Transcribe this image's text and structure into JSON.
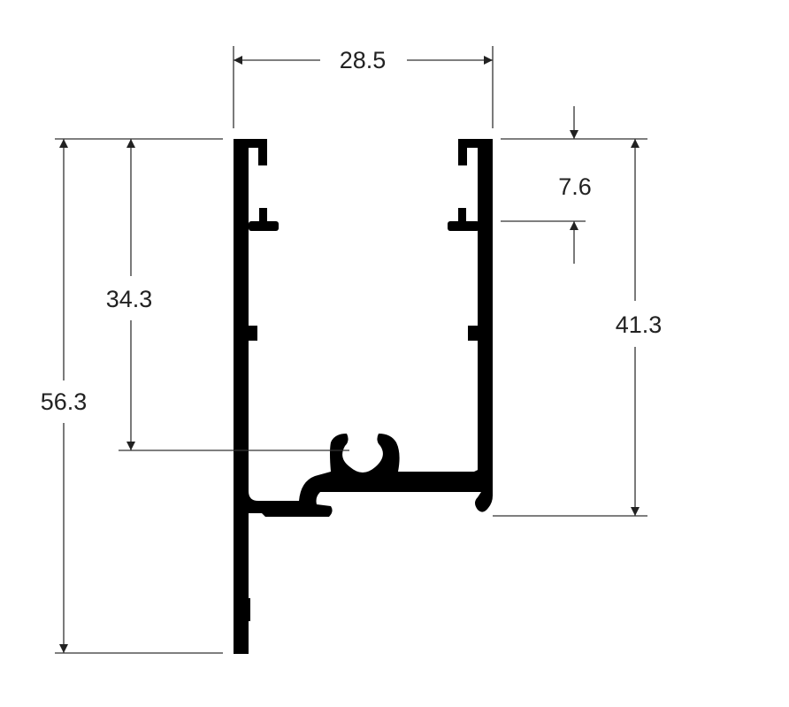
{
  "dimensions": {
    "width": "28.5",
    "overall_height": "56.3",
    "inner_depth": "34.3",
    "lip_height": "7.6",
    "channel_height": "41.3"
  },
  "colors": {
    "profile": "#000000",
    "dimension_lines": "#333333",
    "background": "#ffffff"
  }
}
